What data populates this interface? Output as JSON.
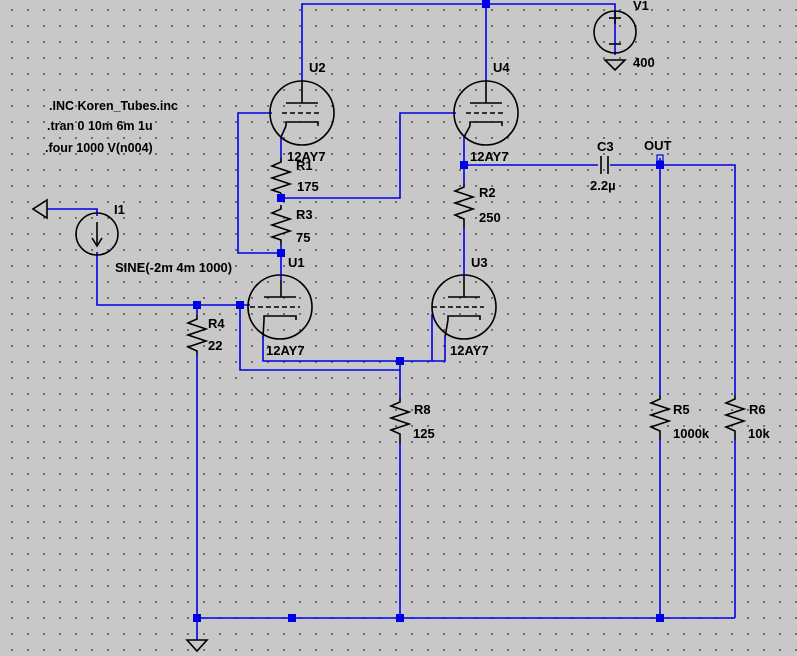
{
  "directives": [
    ".INC Koren_Tubes.inc",
    ".tran 0 10m 6m 1u",
    ".four 1000 V(n004)"
  ],
  "tubes": [
    {
      "ref": "U2",
      "model": "12AY7"
    },
    {
      "ref": "U4",
      "model": "12AY7"
    },
    {
      "ref": "U1",
      "model": "12AY7"
    },
    {
      "ref": "U3",
      "model": "12AY7"
    }
  ],
  "resistors": [
    {
      "ref": "R1",
      "value": "175"
    },
    {
      "ref": "R3",
      "value": "75"
    },
    {
      "ref": "R2",
      "value": "250"
    },
    {
      "ref": "R4",
      "value": "22"
    },
    {
      "ref": "R8",
      "value": "125"
    },
    {
      "ref": "R5",
      "value": "1000k"
    },
    {
      "ref": "R6",
      "value": "10k"
    }
  ],
  "capacitor": {
    "ref": "C3",
    "value": "2.2µ"
  },
  "voltage_source": {
    "ref": "V1",
    "value": "400"
  },
  "current_source": {
    "ref": "I1",
    "value": "SINE(-2m 4m 1000)"
  },
  "net_label": "OUT",
  "colors": {
    "wire": "#0000e6",
    "component": "#000000",
    "background": "#c8c8c8"
  }
}
